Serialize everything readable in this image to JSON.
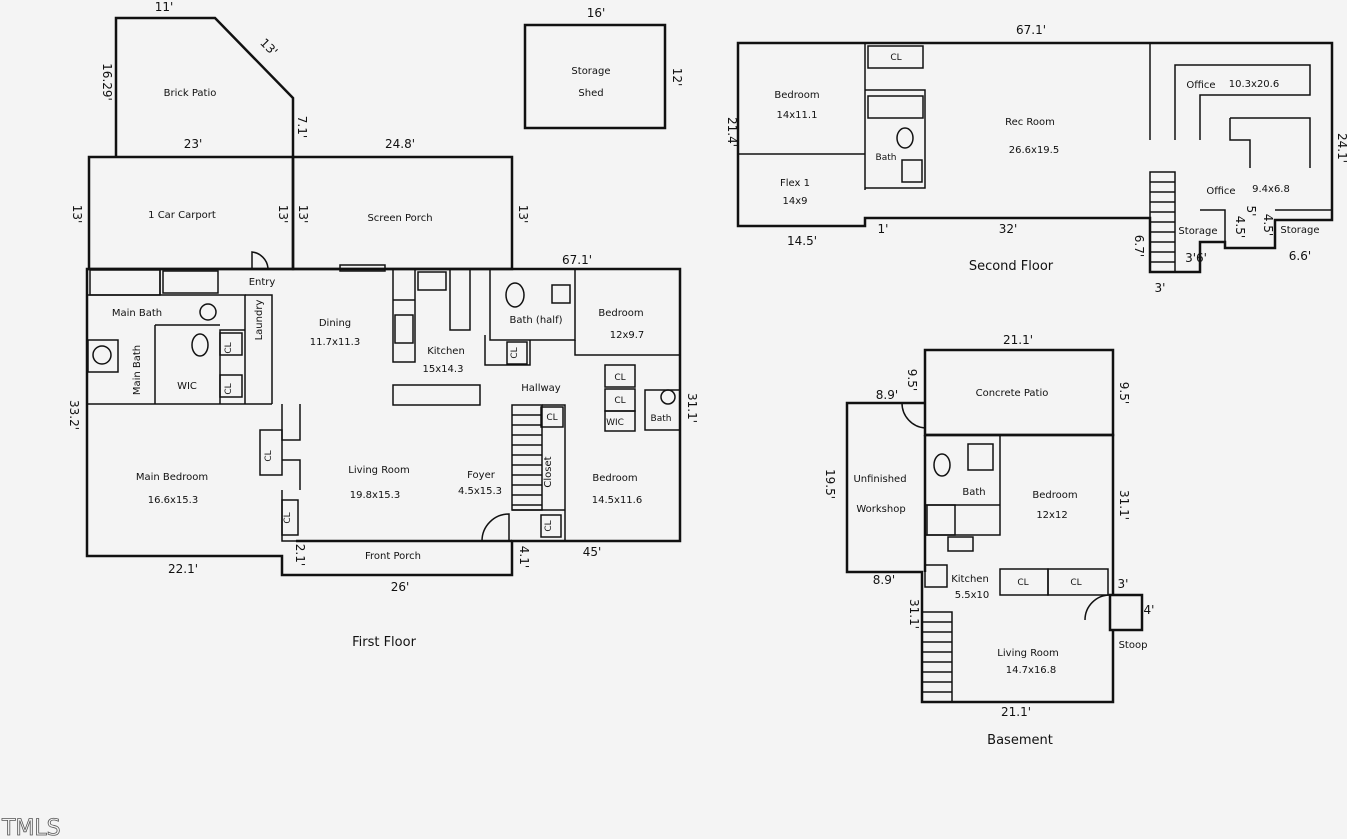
{
  "first_floor": {
    "title": "First Floor",
    "rooms": {
      "brick_patio": "Brick Patio",
      "carport": "1 Car Carport",
      "screen_porch": "Screen Porch",
      "entry": "Entry",
      "laundry": "Laundry",
      "main_bath": "Main Bath",
      "main_bath_side": "Main Bath",
      "wic_main": "WIC",
      "dining": "Dining",
      "dining_size": "11.7x11.3",
      "kitchen": "Kitchen",
      "kitchen_size": "15x14.3",
      "bath_half": "Bath (half)",
      "bedroom_ne": "Bedroom",
      "bedroom_ne_size": "12x9.7",
      "hallway": "Hallway",
      "wic_bed": "WIC",
      "bath_bed": "Bath",
      "main_bedroom": "Main Bedroom",
      "main_bedroom_size": "16.6x15.3",
      "living_room": "Living Room",
      "living_room_size": "19.8x15.3",
      "foyer": "Foyer",
      "foyer_size": "4.5x15.3",
      "closet": "Closet",
      "bedroom_se": "Bedroom",
      "bedroom_se_size": "14.5x11.6",
      "front_porch": "Front Porch",
      "cl": "CL"
    },
    "dims": {
      "patio_top": "11'",
      "patio_left": "16.29'",
      "patio_diag": "13'",
      "patio_right": "7.1'",
      "carport_top": "23'",
      "porch_top": "24.8'",
      "carport_left": "13'",
      "carport_right": "13'",
      "porch_left": "13'",
      "porch_right": "13'",
      "house_top": "67.1'",
      "house_left": "33.2'",
      "house_right": "31.1'",
      "house_bottom_left": "22.1'",
      "front_porch_left": "2.1'",
      "front_porch_bottom": "26'",
      "front_porch_right": "4.1'",
      "house_bottom": "45'"
    }
  },
  "storage_shed": {
    "label_1": "Storage",
    "label_2": "Shed",
    "dim_top": "16'",
    "dim_right": "12'"
  },
  "second_floor": {
    "title": "Second Floor",
    "rooms": {
      "bedroom": "Bedroom",
      "bedroom_size": "14x11.1",
      "flex": "Flex 1",
      "flex_size": "14x9",
      "bath": "Bath",
      "rec_room": "Rec Room",
      "rec_room_size": "26.6x19.5",
      "office_1": "Office",
      "office_1_size": "10.3x20.6",
      "office_2": "Office",
      "office_2_size": "9.4x6.8",
      "storage_1": "Storage",
      "storage_2": "Storage",
      "cl": "CL"
    },
    "dims": {
      "top": "67.1'",
      "left": "21.4'",
      "right": "24.1'",
      "bottom_left": "14.5'",
      "step": "1'",
      "bottom_mid": "32'",
      "stair_h": "6.7'",
      "stair_w": "3'",
      "storage_w": "3'6'",
      "storage_h1": "4.5'",
      "storage_h2": "5'",
      "storage_h3": "4.5'",
      "storage_right_w": "6.6'"
    }
  },
  "basement": {
    "title": "Basement",
    "rooms": {
      "concrete_patio": "Concrete Patio",
      "workshop_1": "Unfinished",
      "workshop_2": "Workshop",
      "bath": "Bath",
      "bedroom": "Bedroom",
      "bedroom_size": "12x12",
      "kitchen": "Kitchen",
      "kitchen_size": "5.5x10",
      "living_room": "Living Room",
      "living_room_size": "14.7x16.8",
      "stoop": "Stoop",
      "cl": "CL"
    },
    "dims": {
      "patio_top": "21.1'",
      "patio_left": "9.5'",
      "patio_right": "9.5'",
      "workshop_top": "8.9'",
      "workshop_left": "19.5'",
      "workshop_bottom": "8.9'",
      "right": "31.1'",
      "left": "31.1'",
      "stoop_top": "3'",
      "stoop_right": "4'",
      "bottom": "21.1'"
    }
  },
  "watermark": "TMLS"
}
